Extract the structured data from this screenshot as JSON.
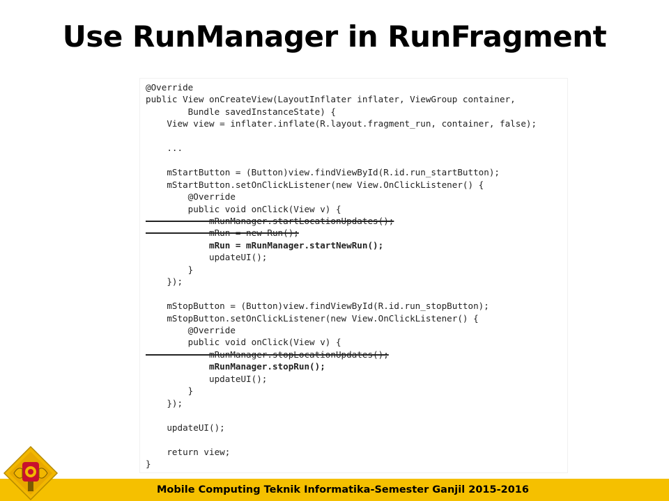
{
  "slide": {
    "title": "Use RunManager in RunFragment",
    "footer": "Mobile Computing Teknik Informatika-Semester Ganjil 2015-2016"
  },
  "code": {
    "lines": [
      {
        "text": "@Override",
        "style": "normal"
      },
      {
        "text": "public View onCreateView(LayoutInflater inflater, ViewGroup container,",
        "style": "normal"
      },
      {
        "text": "        Bundle savedInstanceState) {",
        "style": "normal"
      },
      {
        "text": "    View view = inflater.inflate(R.layout.fragment_run, container, false);",
        "style": "normal"
      },
      {
        "text": "",
        "style": "normal"
      },
      {
        "text": "    ...",
        "style": "normal"
      },
      {
        "text": "",
        "style": "normal"
      },
      {
        "text": "    mStartButton = (Button)view.findViewById(R.id.run_startButton);",
        "style": "normal"
      },
      {
        "text": "    mStartButton.setOnClickListener(new View.OnClickListener() {",
        "style": "normal"
      },
      {
        "text": "        @Override",
        "style": "normal"
      },
      {
        "text": "        public void onClick(View v) {",
        "style": "normal"
      },
      {
        "text": "            mRunManager.startLocationUpdates();",
        "style": "strike"
      },
      {
        "text": "            mRun = new Run();",
        "style": "strike"
      },
      {
        "text": "            mRun = mRunManager.startNewRun();",
        "style": "bold"
      },
      {
        "text": "            updateUI();",
        "style": "normal"
      },
      {
        "text": "        }",
        "style": "normal"
      },
      {
        "text": "    });",
        "style": "normal"
      },
      {
        "text": "",
        "style": "normal"
      },
      {
        "text": "    mStopButton = (Button)view.findViewById(R.id.run_stopButton);",
        "style": "normal"
      },
      {
        "text": "    mStopButton.setOnClickListener(new View.OnClickListener() {",
        "style": "normal"
      },
      {
        "text": "        @Override",
        "style": "normal"
      },
      {
        "text": "        public void onClick(View v) {",
        "style": "normal"
      },
      {
        "text": "            mRunManager.stopLocationUpdates();",
        "style": "strike"
      },
      {
        "text": "            mRunManager.stopRun();",
        "style": "bold"
      },
      {
        "text": "            updateUI();",
        "style": "normal"
      },
      {
        "text": "        }",
        "style": "normal"
      },
      {
        "text": "    });",
        "style": "normal"
      },
      {
        "text": "",
        "style": "normal"
      },
      {
        "text": "    updateUI();",
        "style": "normal"
      },
      {
        "text": "",
        "style": "normal"
      },
      {
        "text": "    return view;",
        "style": "normal"
      },
      {
        "text": "}",
        "style": "normal"
      }
    ]
  },
  "colors": {
    "footer_bar": "#f5c000",
    "logo_gold": "#f2b700",
    "logo_red": "#c8102e"
  },
  "icons": {
    "logo": "university-crest-icon"
  }
}
